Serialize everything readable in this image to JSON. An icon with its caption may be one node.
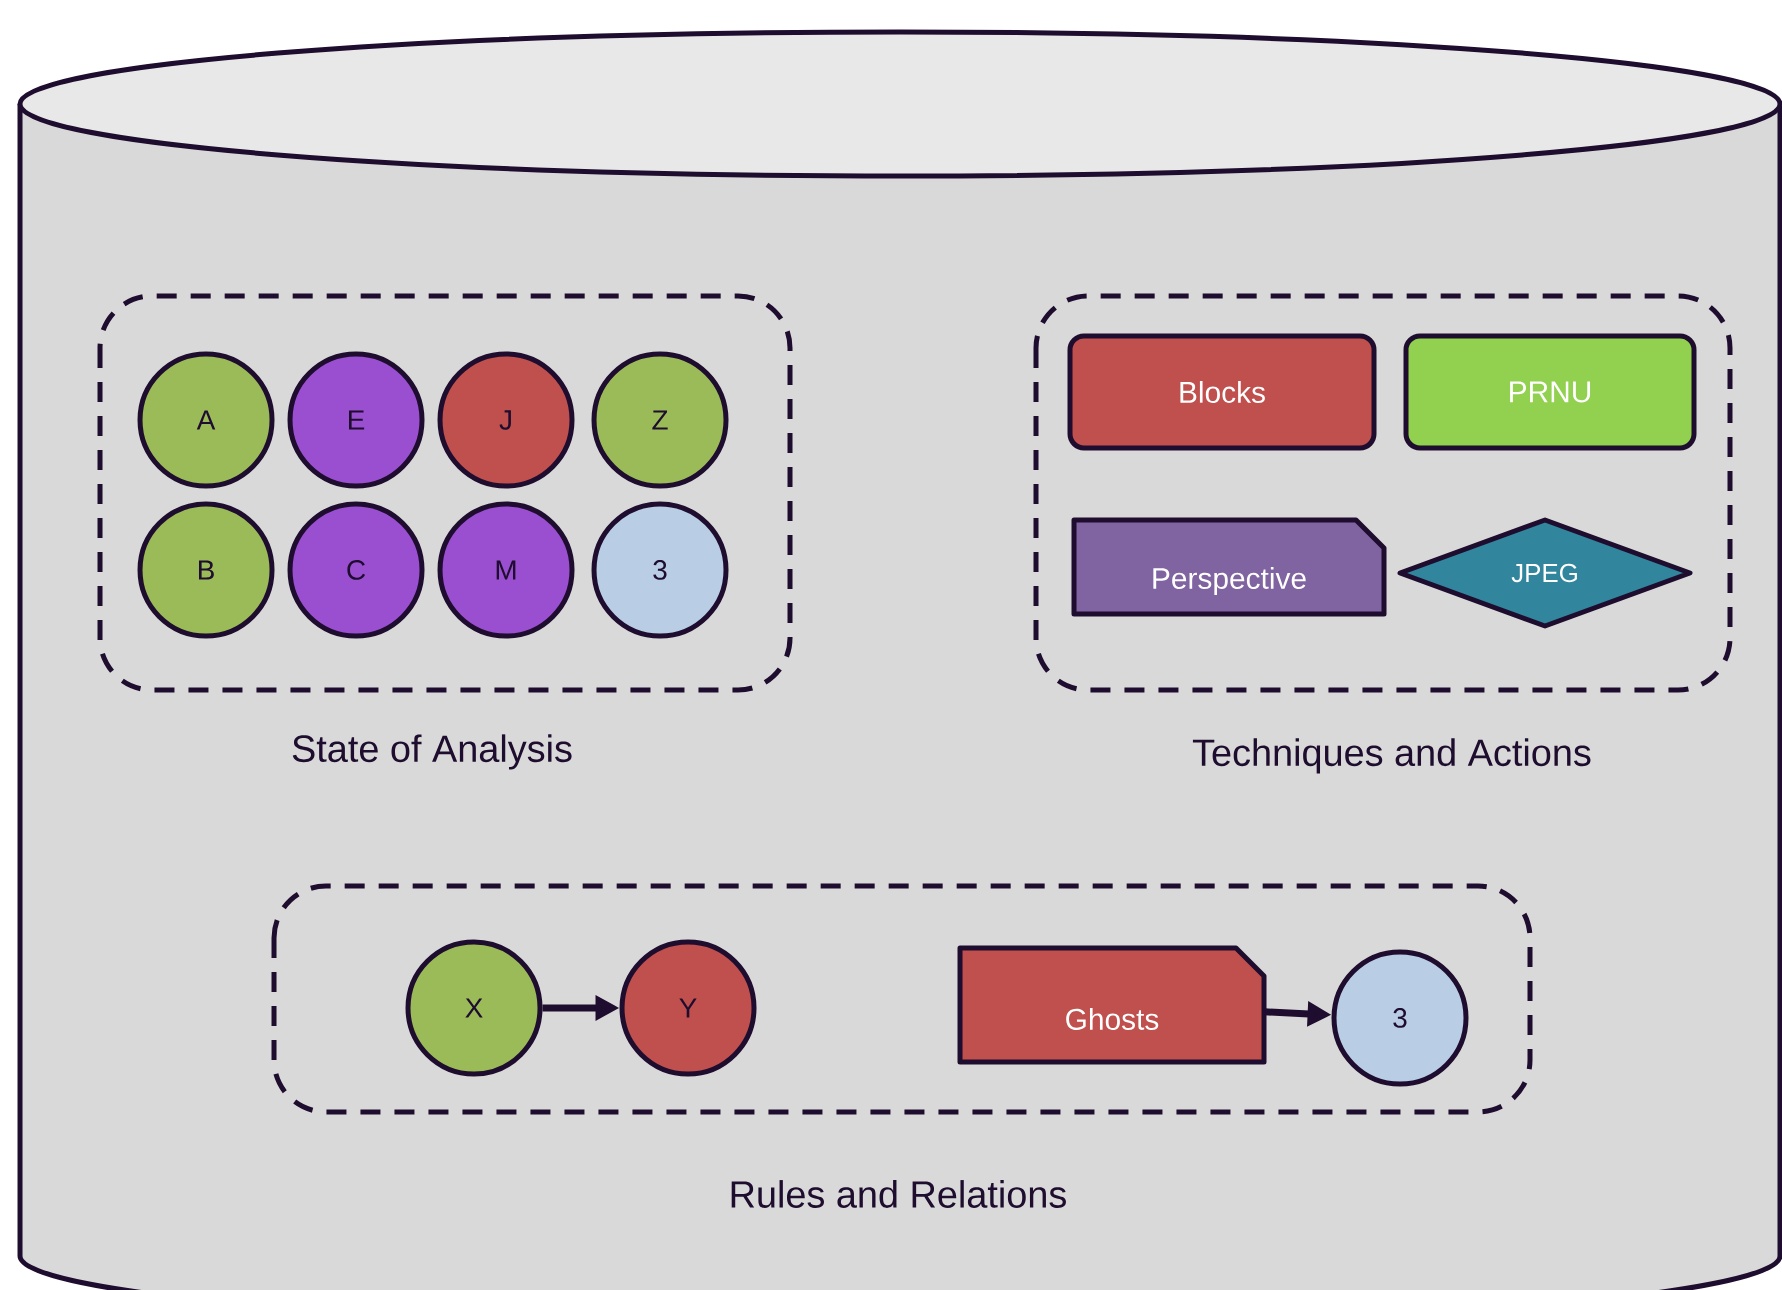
{
  "diagram": {
    "nodes": [
      {
        "text": [],
        "shape": "cylinder"
      },
      {
        "text": [
          "State of Analysis"
        ],
        "in": 0
      },
      {
        "text": [
          "A"
        ],
        "in": 1
      },
      {
        "text": [
          "E"
        ],
        "in": 1
      },
      {
        "text": [
          "J"
        ],
        "in": 1
      },
      {
        "text": [
          "Z"
        ],
        "in": 1
      },
      {
        "text": [
          "B"
        ],
        "in": 1
      },
      {
        "text": [
          "C"
        ],
        "in": 1
      },
      {
        "text": [
          "M"
        ],
        "in": 1
      },
      {
        "text": [
          "3"
        ],
        "in": 1
      },
      {
        "text": [
          "Techniques and Actions"
        ],
        "in": 0
      },
      {
        "text": [
          "Blocks"
        ],
        "in": 10
      },
      {
        "text": [
          "PRNU"
        ],
        "in": 10
      },
      {
        "text": [
          "Perspective"
        ],
        "in": 10
      },
      {
        "text": [
          "JPEG"
        ],
        "in": 10
      },
      {
        "text": [
          "Rules and Relations"
        ],
        "in": 0
      },
      {
        "text": [
          "X"
        ],
        "in": 15
      },
      {
        "text": [
          "Y"
        ],
        "in": 15
      },
      {
        "text": [
          "Ghosts"
        ],
        "in": 15
      },
      {
        "text": [
          "3"
        ],
        "in": 15
      }
    ],
    "edges": [
      {
        "from": 16,
        "to": 17,
        "arrow": "to"
      },
      {
        "from": 18,
        "to": 19,
        "arrow": "to"
      }
    ]
  }
}
